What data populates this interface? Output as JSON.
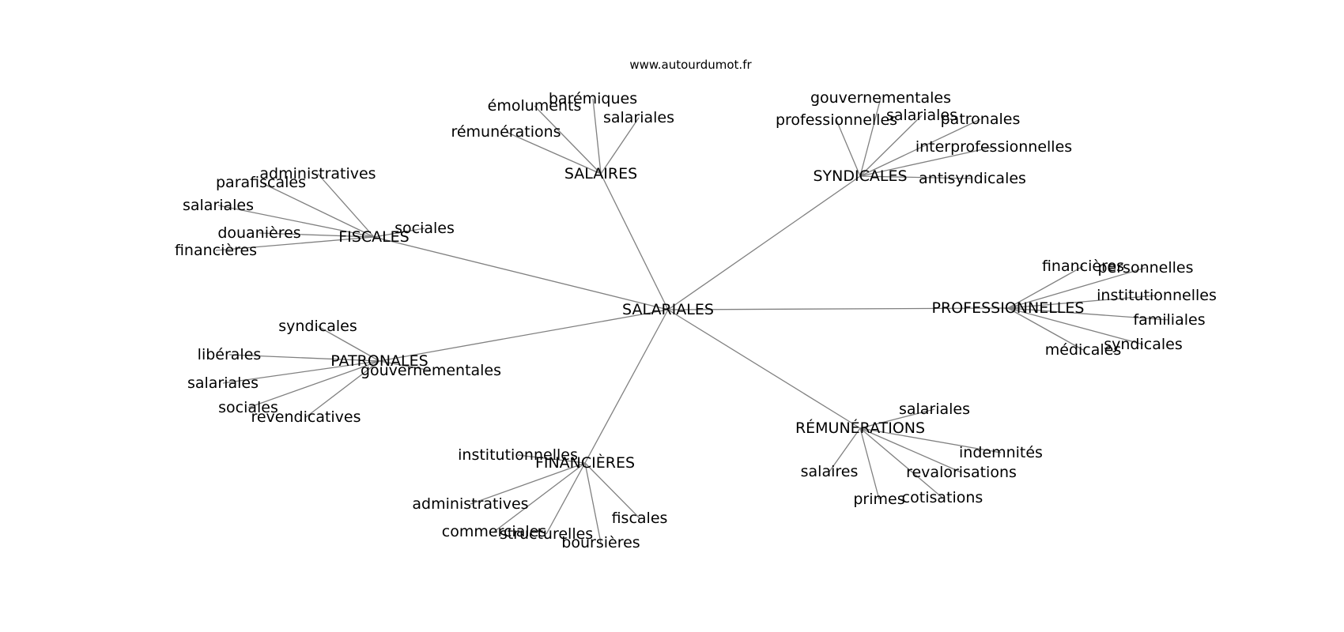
{
  "source": "www.autourdumot.fr",
  "center": "SALARIALES",
  "groups": [
    {
      "name": "SALAIRES",
      "words": [
        "rémunérations",
        "émoluments",
        "barémiques",
        "salariales"
      ]
    },
    {
      "name": "SYNDICALES",
      "words": [
        "professionnelles",
        "gouvernementales",
        "salariales",
        "patronales",
        "interprofessionnelles",
        "antisyndicales"
      ]
    },
    {
      "name": "FISCALES",
      "words": [
        "administratives",
        "parafiscales",
        "salariales",
        "douanières",
        "financières",
        "sociales"
      ]
    },
    {
      "name": "PROFESSIONNELLES",
      "words": [
        "financières",
        "personnelles",
        "institutionnelles",
        "familiales",
        "syndicales",
        "médicales"
      ]
    },
    {
      "name": "PATRONALES",
      "words": [
        "syndicales",
        "libérales",
        "salariales",
        "sociales",
        "revendicatives",
        "gouvernementales"
      ]
    },
    {
      "name": "RÉMUNÉRATIONS",
      "words": [
        "salariales",
        "indemnités",
        "revalorisations",
        "cotisations",
        "primes",
        "salaires"
      ]
    },
    {
      "name": "FINANCIÈRES",
      "words": [
        "institutionnelles",
        "administratives",
        "commerciales",
        "structurelles",
        "boursières",
        "fiscales"
      ]
    }
  ]
}
